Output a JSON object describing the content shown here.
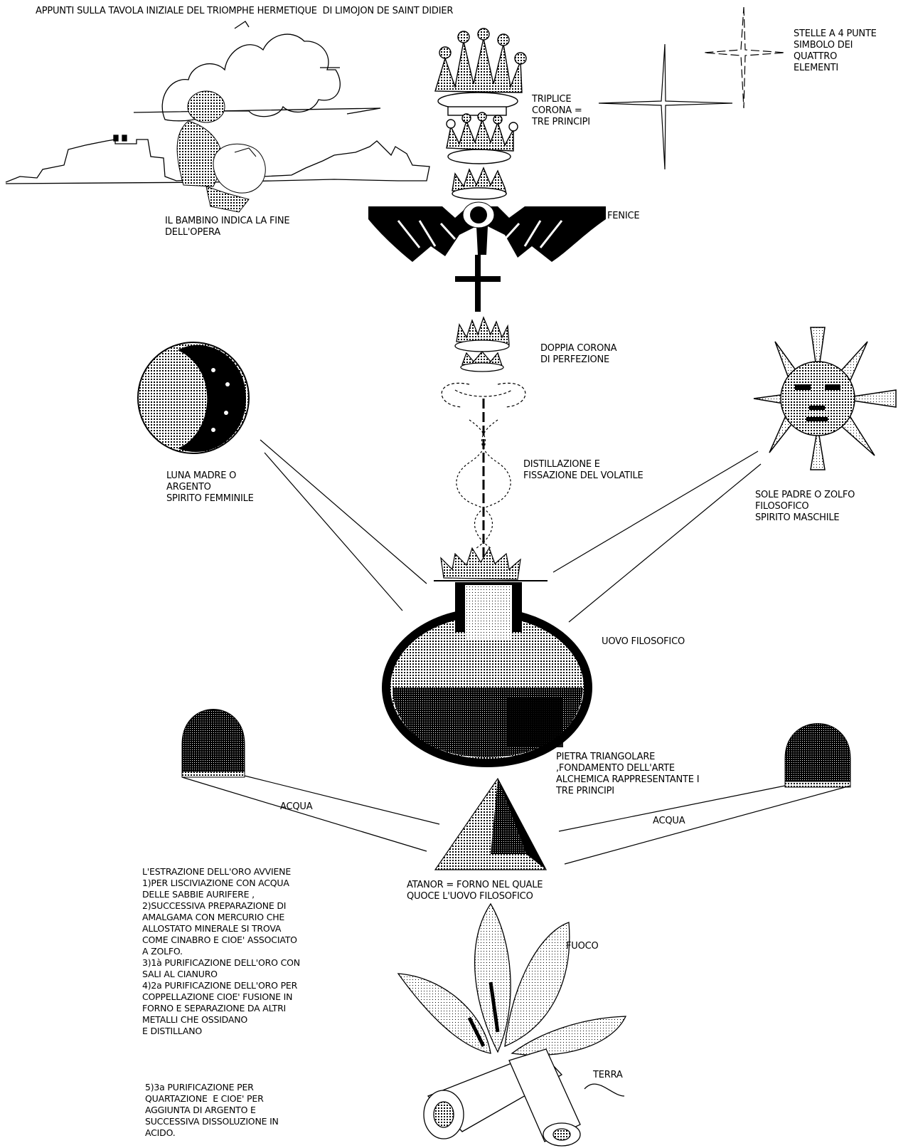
{
  "title": "APPUNTI SULLA TAVOLA INIZIALE DEL TRIOMPHE HERMETIQUE  DI LIMOJON DE SAINT DIDIER",
  "labels": {
    "stars": "STELLE A 4 PUNTE\nSIMBOLO DEI\nQUATTRO\nELEMENTI",
    "triple_crown": "TRIPLICE\nCORONA =\nTRE PRINCIPI",
    "child": "IL BAMBINO INDICA LA FINE\nDELL'OPERA",
    "phoenix": "FENICE",
    "double_crown": "DOPPIA CORONA\nDI PERFEZIONE",
    "distillation": "DISTILLAZIONE E\nFISSAZIONE DEL VOLATILE",
    "moon": "LUNA MADRE O\nARGENTO\nSPIRITO FEMMINILE",
    "sun": "SOLE PADRE O ZOLFO\nFILOSOFICO\nSPIRITO MASCHILE",
    "egg": "UOVO FILOSOFICO",
    "stone": "PIETRA TRIANGOLARE\n,FONDAMENTO DELL'ARTE\nALCHEMICA RAPPRESENTANTE I\nTRE PRINCIPI",
    "water_left": "ACQUA",
    "water_right": "ACQUA",
    "athanor": "ATANOR = FORNO NEL QUALE\nQUOCE L'UOVO FILOSOFICO",
    "fire": "FUOCO",
    "earth": "TERRA",
    "gold_extraction": "L'ESTRAZIONE DELL'ORO AVVIENE\n1)PER LISCIVIAZIONE CON ACQUA\nDELLE SABBIE AURIFERE ,\n2)SUCCESSIVA PREPARAZIONE DI\nAMALGAMA CON MERCURIO CHE\nALLOSTATO MINERALE SI TROVA\nCOME CINABRO E CIOE' ASSOCIATO\nA ZOLFO.\n3)1à PURIFICAZIONE DELL'ORO CON\nSALI AL CIANURO\n4)2a PURIFICAZIONE DELL'ORO PER\nCOPPELLAZIONE CIOE' FUSIONE IN\nFORNO E SEPARAZIONE DA ALTRI\nMETALLI CHE OSSIDANO\nE DISTILLANO",
    "quartation": "5)3a PURIFICAZIONE PER\nQUARTAZIONE  E CIOE' PER\nAGGIUNTA DI ARGENTO E\nSUCCESSIVA DISSOLUZIONE IN\nACIDO."
  }
}
